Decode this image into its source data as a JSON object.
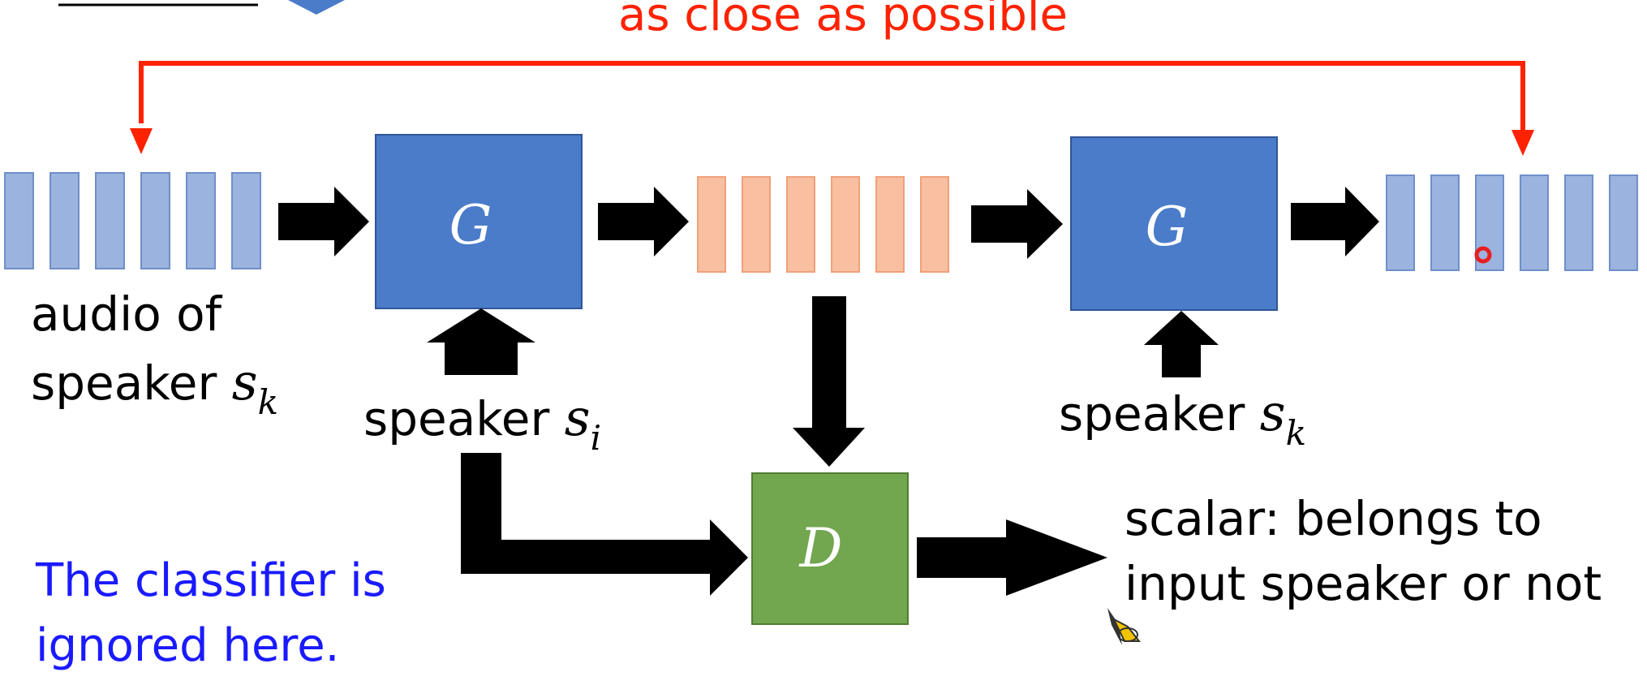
{
  "header": {
    "title": "as close as possible"
  },
  "colors": {
    "generator": "#4a7cc9",
    "discriminator": "#72a64f",
    "input_frames": "#9bb3df",
    "converted_frames": "#f8bfa0",
    "feedback_arrow": "#ff2200",
    "note_text": "#1a1aff"
  },
  "input_audio": {
    "line1": "audio of",
    "line2": "speaker ",
    "symbol": "s",
    "subscript": "k"
  },
  "generator1": {
    "label": "G",
    "condition": {
      "text": "speaker ",
      "symbol": "s",
      "subscript": "i"
    }
  },
  "generator2": {
    "label": "G",
    "condition": {
      "text": "speaker ",
      "symbol": "s",
      "subscript": "k"
    }
  },
  "discriminator": {
    "label": "D",
    "output": {
      "line1": "scalar: belongs to",
      "line2": "input speaker or not"
    }
  },
  "note": {
    "line1": "The classifier is",
    "line2": "ignored here."
  },
  "icons": [
    "arrow-right-icon",
    "arrow-up-icon",
    "arrow-down-icon",
    "pencil-cursor-icon",
    "laser-pointer-icon"
  ]
}
